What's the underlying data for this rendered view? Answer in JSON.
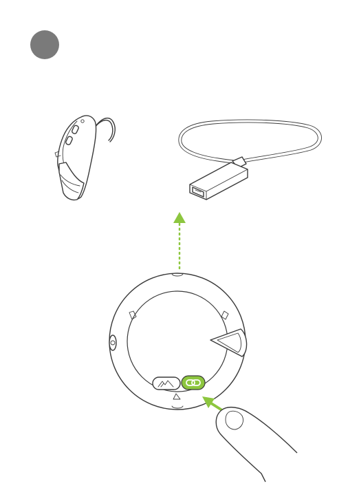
{
  "step": {
    "number": "",
    "badge_color": "#7a7a7a"
  },
  "colors": {
    "accent": "#8dc63f",
    "line": "#3a3a3a",
    "badge": "#7a7a7a"
  },
  "illustrations": {
    "hearing_aid": "behind-the-ear-hearing-aid",
    "streamer": "neckloop-streamer",
    "remote": "round-remote-control",
    "finger": "pressing-finger",
    "pair_button_icon": "link-icon",
    "volume_button_icon": "mountain-icon"
  }
}
